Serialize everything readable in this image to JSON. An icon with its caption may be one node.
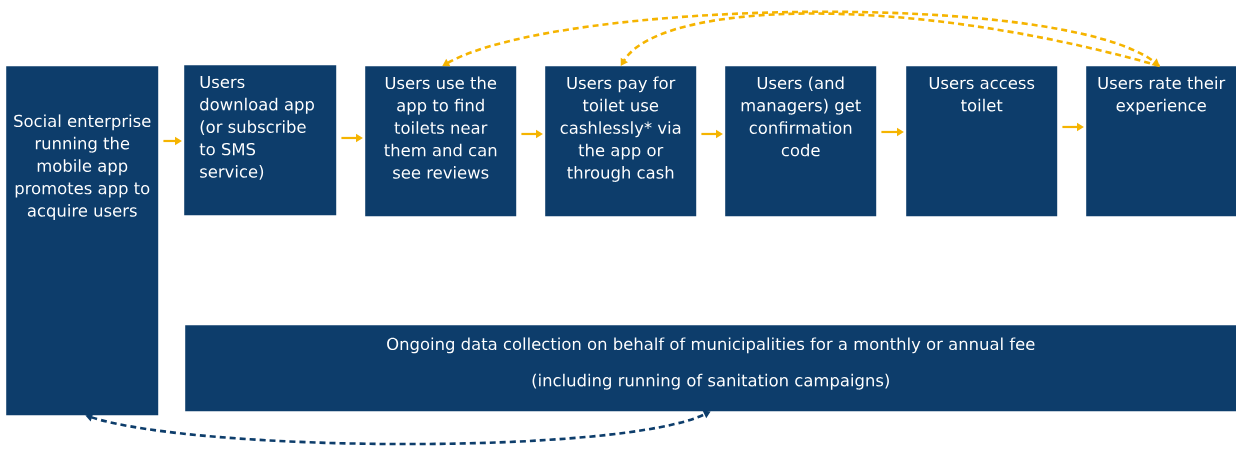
{
  "diagram": {
    "nodes": [
      {
        "text": [
          "Social enterprise running the mobile app promotes app to acquire users"
        ]
      },
      {
        "text": [
          "Users download app (or subscribe to SMS service)"
        ]
      },
      {
        "text": [
          "Users use the app to find toilets near them and can see reviews"
        ]
      },
      {
        "text": [
          "Users pay for toilet use cashlessly* via the app or through cash"
        ]
      },
      {
        "text": [
          "Users (and managers) get confirmation code"
        ]
      },
      {
        "text": [
          "Users access toilet"
        ]
      },
      {
        "text": [
          "Users rate their experience"
        ]
      },
      {
        "text": [
          "Ongoing data collection on behalf of municipalities for a monthly or annual fee",
          "(including running of sanitation campaigns)"
        ]
      }
    ],
    "edges": [
      {
        "from": 0,
        "to": 1,
        "arrow": "to"
      },
      {
        "from": 1,
        "to": 2,
        "arrow": "to"
      },
      {
        "from": 2,
        "to": 3,
        "arrow": "to"
      },
      {
        "from": 3,
        "to": 4,
        "arrow": "to"
      },
      {
        "from": 4,
        "to": 5,
        "arrow": "to"
      },
      {
        "from": 5,
        "to": 6,
        "arrow": "to"
      },
      {
        "from": 2,
        "to": 6,
        "arrow": "both",
        "style": "dashed"
      },
      {
        "from": 6,
        "to": 3,
        "arrow": "to",
        "style": "dashed"
      },
      {
        "from": 0,
        "to": 7,
        "arrow": "both",
        "style": "dashed",
        "color": "#0d3d6b"
      }
    ]
  }
}
